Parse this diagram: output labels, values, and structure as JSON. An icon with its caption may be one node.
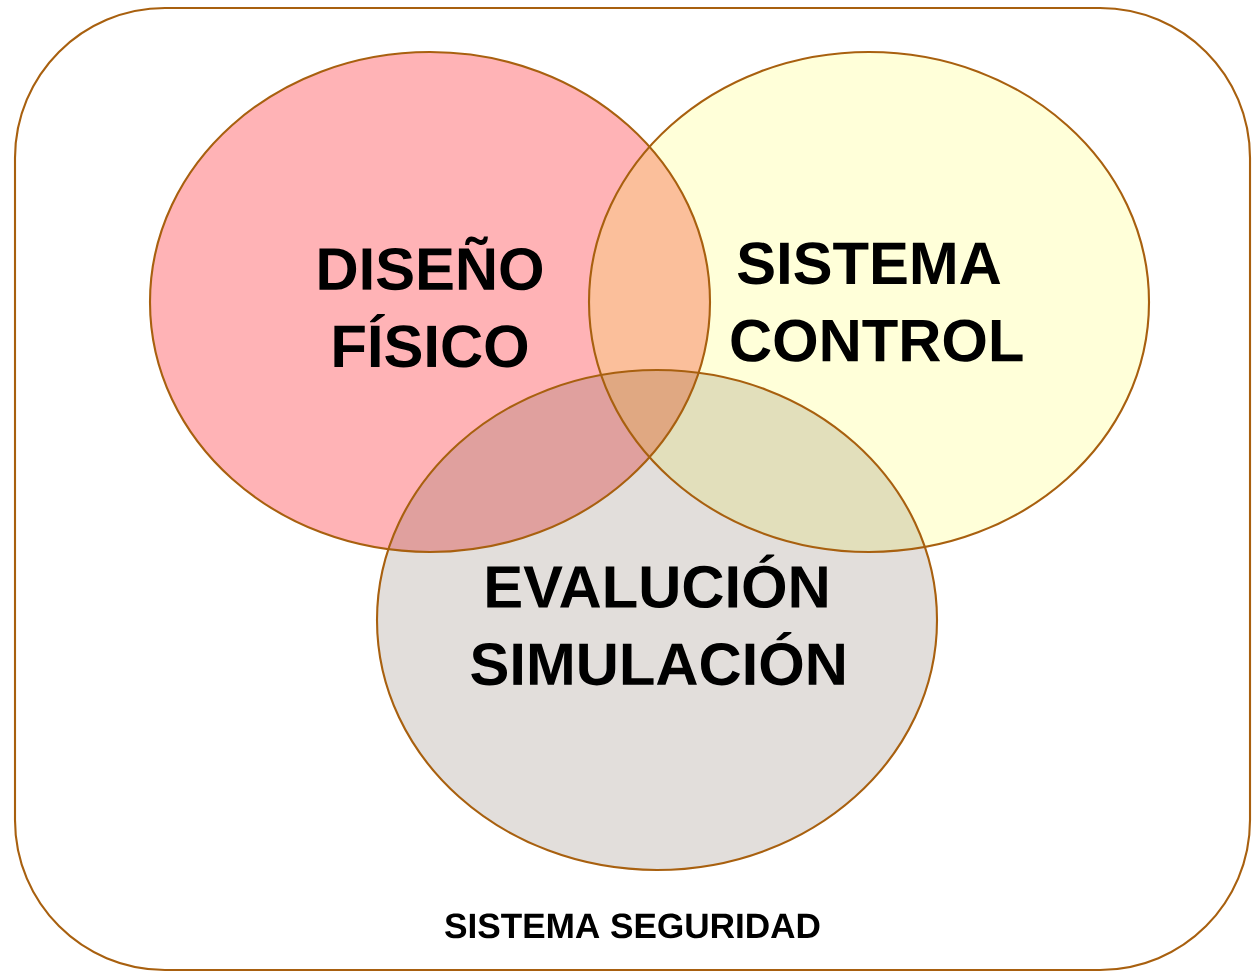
{
  "diagram": {
    "nodes": [
      {
        "text": [
          "SISTEMA SEGURIDAD"
        ]
      },
      {
        "text": [
          "DISEÑO FÍSICO"
        ],
        "in": 0
      },
      {
        "text": [
          "SISTEMA CONTROL"
        ],
        "in": 0
      },
      {
        "text": [
          "EVALUCIÓN SIMULACIÓN"
        ],
        "in": 0
      }
    ]
  }
}
